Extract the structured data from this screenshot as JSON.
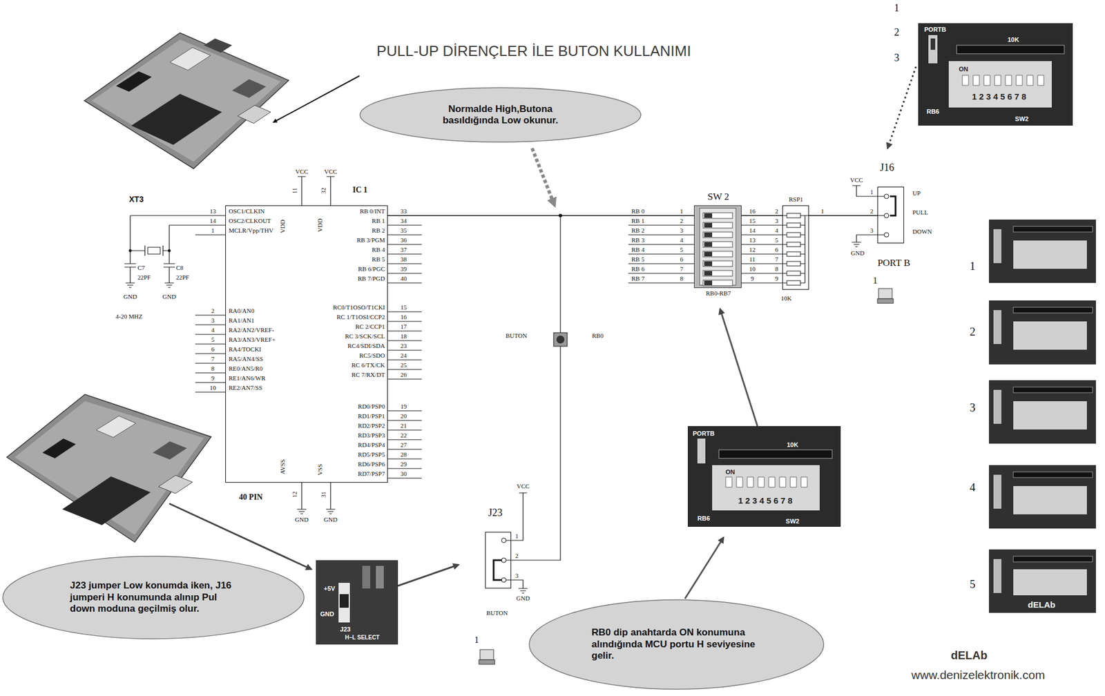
{
  "diagram": {
    "title": "PULL-UP DİRENÇLER İLE BUTON KULLANIMI",
    "nodes": [
      {
        "text": [
          "Normalde High,Butona basıldığında Low okunur."
        ]
      },
      {
        "text": [
          "IC 1",
          "40 PIN"
        ]
      },
      {
        "text": [
          "SW 2",
          "RB0-RB7"
        ]
      },
      {
        "text": [
          "RSP1",
          "10K"
        ]
      },
      {
        "text": [
          "J16"
        ]
      },
      {
        "text": [
          "J23"
        ]
      },
      {
        "text": [
          "J23 jumper Low konumda iken, J16 jumperi H konumunda alınıp Pul down moduna geçilmiş olur."
        ]
      },
      {
        "text": [
          "RB0 dip anahtarda ON konumuna alındığında MCU portu H seviyesine gelir."
        ]
      }
    ],
    "edges": [
      {
        "from": 1,
        "to": 2,
        "arrow": "none"
      },
      {
        "from": 2,
        "to": 3,
        "arrow": "none"
      },
      {
        "from": 3,
        "to": 4,
        "arrow": "none"
      }
    ],
    "labels": [
      "XT3",
      "13",
      "OSC1/CLKIN",
      "14",
      "OSC2/CLKOUT",
      "1",
      "MCLR/Vpp/THV",
      "2",
      "RA0/AN0",
      "3",
      "RA1/AN1",
      "4",
      "RA2/AN2/VREF-",
      "5",
      "RA3/AN3/VREF+",
      "6",
      "RA4/TOCKI",
      "7",
      "RA5/AN4/SS",
      "8",
      "RE0/AN5/R0",
      "9",
      "RE1/AN6/WR",
      "10",
      "RE2/AN7/SS",
      "33",
      "RB 0/INT",
      "34",
      "RB 1",
      "35",
      "RB 2",
      "36",
      "RB 3/PGM",
      "37",
      "RB 4",
      "38",
      "RB 5",
      "39",
      "RB 6/PGC",
      "40",
      "RB 7/PGD",
      "15",
      "RC0/T1OSO/T1CKI",
      "16",
      "RC 1/T1OSI/CCP2",
      "17",
      "RC 2/CCP1",
      "18",
      "RC 3/SCK/SCL",
      "23",
      "RC4/SDI/SDA",
      "24",
      "RC5/SDO",
      "25",
      "RC 6/TX/CK",
      "26",
      "RC 7/RX/DT",
      "19",
      "RD0/PSP0",
      "20",
      "RD1/PSP1",
      "21",
      "RD2/PSP2",
      "22",
      "RD3/PSP3",
      "27",
      "RD4/PSP4",
      "28",
      "RD5/PSP5",
      "29",
      "RD6/PSP6",
      "30",
      "RD7/PSP7",
      "VCC",
      "11",
      "VDD",
      "VCC",
      "32",
      "VDD",
      "AVSS",
      "12",
      "GND",
      "VSS",
      "31",
      "GND",
      "C7",
      "22PF",
      "C8",
      "22PF",
      "GND",
      "GND",
      "4-20 MHZ",
      "BUTON",
      "RB0",
      "VCC",
      "1",
      "2",
      "3",
      "GND",
      "BUTON",
      "1",
      "RB 0",
      "1",
      "RB 1",
      "2",
      "RB 2",
      "3",
      "RB 3",
      "4",
      "RB 4",
      "5",
      "RB 5",
      "6",
      "RB 6",
      "7",
      "RB 7",
      "8",
      "16",
      "2",
      "15",
      "3",
      "14",
      "4",
      "13",
      "5",
      "12",
      "6",
      "11",
      "7",
      "10",
      "8",
      "9",
      "9",
      "1",
      "VCC",
      "1",
      "2",
      "3",
      "UP",
      "PULL",
      "DOWN",
      "GND",
      "PORT B",
      "1",
      "1",
      "2",
      "3",
      "PORTB",
      "10K",
      "ON",
      "1 2 3 4 5 6 7 8",
      "SW2",
      "RB6",
      "PORTB",
      "10K",
      "ON",
      "1 2 3 4 5 6 7 8",
      "SW2",
      "RB6",
      "+5V",
      "GND",
      "J23",
      "H–L SELECT",
      "1",
      "2",
      "3",
      "4",
      "5",
      "dELAb",
      "dELAb",
      "www.denizelektronik.com"
    ]
  }
}
